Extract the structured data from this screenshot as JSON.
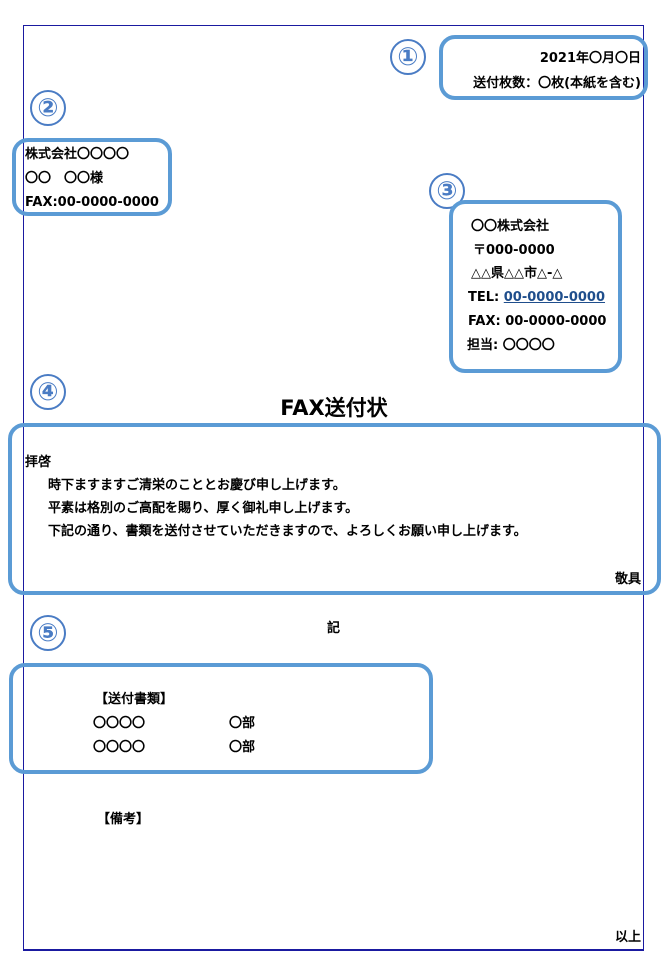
{
  "header": {
    "date": "2021年〇月〇日",
    "pages": "送付枚数：〇枚(本紙を含む)"
  },
  "recipient": {
    "company": "株式会社〇〇〇〇",
    "name": "〇〇　〇〇様",
    "fax": "FAX:00-0000-0000"
  },
  "sender": {
    "company": "〇〇株式会社",
    "postal": "〒000-0000",
    "address": "△△県△△市△-△",
    "tel_label": "TEL: ",
    "tel": "00-0000-0000",
    "fax": "FAX: 00-0000-0000",
    "contact": "担当: 〇〇〇〇"
  },
  "title": "FAX送付状",
  "body": {
    "opening": "拝啓",
    "lines": [
      "時下ますますご清栄のこととお慶び申し上げます。",
      "平素は格別のご高配を賜り、厚く御礼申し上げます。",
      "下記の通り、書類を送付させていただきますので、よろしくお願い申し上げます。"
    ],
    "closing": "敬具"
  },
  "ki": "記",
  "documents": {
    "heading": "【送付書類】",
    "items": [
      {
        "name": "〇〇〇〇",
        "count": "〇部"
      },
      {
        "name": "〇〇〇〇",
        "count": "〇部"
      }
    ]
  },
  "remarks": {
    "heading": "【備考】"
  },
  "end": "以上",
  "annotations": [
    "①",
    "②",
    "③",
    "④",
    "⑤"
  ],
  "colors": {
    "page_border": "#1a1aa0",
    "highlight_box": "#5b9bd5",
    "annotation_number": "#4a7cc4",
    "link": "#1f4e8c"
  }
}
